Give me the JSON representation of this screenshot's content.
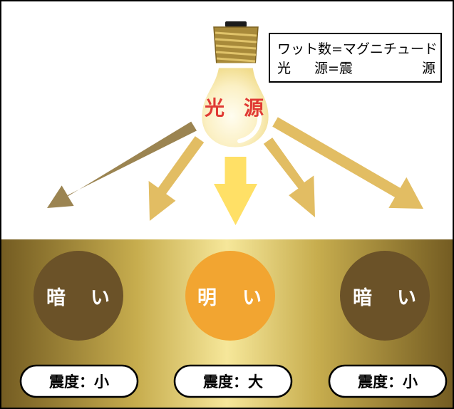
{
  "legend": {
    "line1": "ワット数=マグニチュード",
    "line2_left": "光",
    "line2_mid": "源=震",
    "line2_right": "源"
  },
  "bulb": {
    "label_left": "光",
    "label_right": "源"
  },
  "zones": [
    {
      "label_left": "暗",
      "label_right": "い",
      "intensity": "震度：小",
      "color": "#6b5228"
    },
    {
      "label_left": "明",
      "label_right": "い",
      "intensity": "震度：大",
      "color": "#f2a531"
    },
    {
      "label_left": "暗",
      "label_right": "い",
      "intensity": "震度：小",
      "color": "#6b5228"
    }
  ],
  "colors": {
    "frame": "#000000",
    "ground_dark": "#7a6226",
    "ground_light": "#f3e38c",
    "arrow_outer": "#9b8451",
    "arrow_inner": "#e2bd63",
    "arrow_center": "#ffe066",
    "bulb_label": "#e03a34"
  }
}
